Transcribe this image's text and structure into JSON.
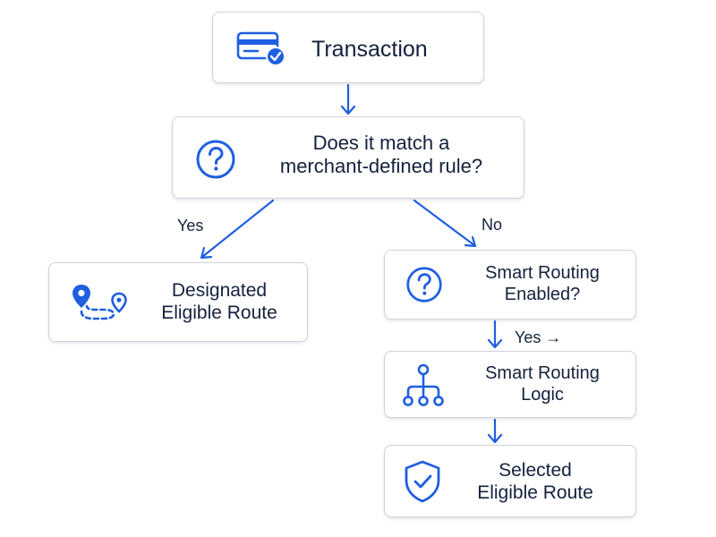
{
  "nodes": {
    "transaction": {
      "label": "Transaction",
      "icon": "credit-card-check-icon"
    },
    "merchant_rule": {
      "line1": "Does it match a",
      "line2": "merchant-defined rule?",
      "icon": "question-circle-icon"
    },
    "designated_route": {
      "line1": "Designated",
      "line2": "Eligible Route",
      "icon": "route-pins-icon"
    },
    "smart_enabled": {
      "line1": "Smart Routing",
      "line2": "Enabled?",
      "icon": "question-circle-icon"
    },
    "smart_logic": {
      "line1": "Smart Routing",
      "line2": "Logic",
      "icon": "network-tree-icon"
    },
    "selected_route": {
      "line1": "Selected",
      "line2": "Eligible Route",
      "icon": "shield-check-icon"
    }
  },
  "edges": {
    "yes_left": "Yes",
    "no": "No",
    "yes_right": "Yes →"
  },
  "colors": {
    "accent": "#1f5fe0",
    "text": "#14213d",
    "border": "#cfd3db",
    "background": "#ffffff"
  }
}
